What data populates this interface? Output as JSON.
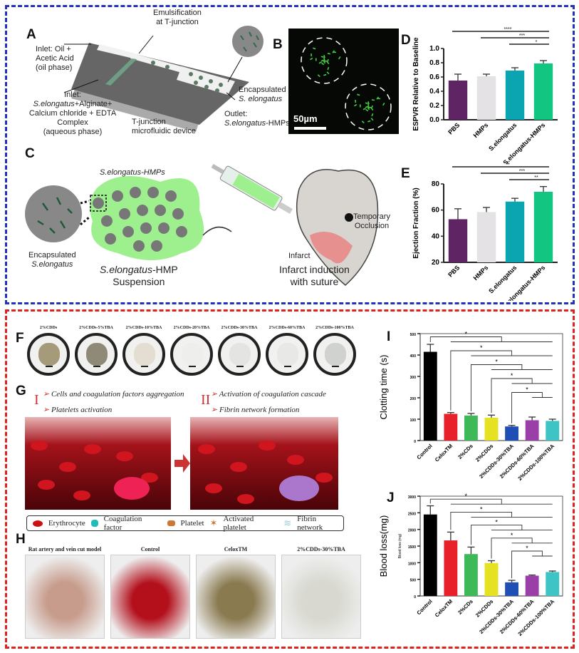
{
  "colors": {
    "top_border": "#2233bb",
    "bottom_border": "#dd2222"
  },
  "panels": {
    "A": "A",
    "B": "B",
    "C": "C",
    "D": "D",
    "E": "E",
    "F": "F",
    "G": "G",
    "H": "H",
    "I": "I",
    "J": "J"
  },
  "panelA": {
    "inlet_oil": "Inlet: Oil +",
    "inlet_oil2": "Acetic Acid",
    "inlet_oil3": "(oil phase)",
    "emulsification": "Emulsification",
    "emulsification2": "at T-junction",
    "inlet_aq": "Inlet:",
    "inlet_aq2_italic": "S.elongatus",
    "inlet_aq2_rest": "+Alginate+",
    "inlet_aq3": "Calcium chloride + EDTA Complex",
    "inlet_aq4": "(aqueous phase)",
    "device": "T-junction",
    "device2": "microfluidic device",
    "encap": "Encapsulated",
    "encap2": "S. elongatus",
    "outlet": "Outlet:",
    "outlet2_italic": "S.elongatus",
    "outlet2_rest": "-HMPs"
  },
  "panelB": {
    "scalebar": "50µm"
  },
  "panelC": {
    "hmps_label": "S.elongatus-HMPs",
    "encap": "Encapsulated",
    "encap2": "S.elongatus",
    "suspension_italic": "S.elongatus",
    "suspension_rest": "-HMP",
    "suspension2": "Suspension",
    "temporary": "Temporary",
    "occlusion": "Occlusion",
    "infarct": "Infarct",
    "induction": "Infarct induction",
    "induction2": "with suture"
  },
  "panelF": {
    "labels": [
      "2%CDDs",
      "2%CDDs-5%TBA",
      "2%CDDs-10%TBA",
      "2%CDDs-20%TBA",
      "2%CDDs-30%TBA",
      "2%CDDs-60%TBA",
      "2%CDDs-100%TBA"
    ],
    "pellet_colors": [
      "#a59a7a",
      "#8f8a78",
      "#e3ddd2",
      "#eeeeec",
      "#e4e4e2",
      "#e8e8e6",
      "#cfd2cf"
    ]
  },
  "panelG": {
    "stage1": "I",
    "stage1_items": [
      "Cells and coagulation factors aggregation",
      "Platelets activation"
    ],
    "stage2": "II",
    "stage2_items": [
      "Activation of coagulation cascade",
      "Fibrin network formation"
    ],
    "legend": [
      "Erythrocyte",
      "Coagulation factor",
      "Platelet",
      "Activated platelet",
      "Fibrin network"
    ]
  },
  "panelH": {
    "labels": [
      "Rat artery and vein cut model",
      "Control",
      "CeloxTM",
      "2%CDDs-30%TBA"
    ]
  },
  "chart_data": [
    {
      "id": "D",
      "type": "bar",
      "ylabel": "ESPVR Relative to Baseline",
      "ylim": [
        0,
        1.0
      ],
      "yticks": [
        "0.0",
        "0.2",
        "0.4",
        "0.6",
        "0.8",
        "1.0"
      ],
      "categories": [
        "PBS",
        "HMPs",
        "S.elongatus",
        "S.elongatus-HMPs"
      ],
      "values": [
        0.55,
        0.61,
        0.69,
        0.79
      ],
      "errors": [
        0.09,
        0.03,
        0.04,
        0.04
      ],
      "colors": [
        "#5e2463",
        "#e4e2e4",
        "#0aa5b0",
        "#12c681"
      ],
      "annotations": [
        {
          "from": 0,
          "to": 3,
          "label": "****"
        },
        {
          "from": 1,
          "to": 3,
          "label": "***"
        },
        {
          "from": 2,
          "to": 3,
          "label": "*"
        }
      ]
    },
    {
      "id": "E",
      "type": "bar",
      "ylabel": "Ejection Fraction (%)",
      "ylim": [
        20,
        80
      ],
      "yticks": [
        "20",
        "40",
        "60",
        "80"
      ],
      "categories": [
        "PBS",
        "HMPs",
        "S.elongatus",
        "S.elongatus-HMPs"
      ],
      "values": [
        53,
        58.5,
        66.5,
        74
      ],
      "errors": [
        8,
        3.5,
        2.5,
        4
      ],
      "colors": [
        "#5e2463",
        "#e4e2e4",
        "#0aa5b0",
        "#12c681"
      ],
      "annotations": [
        {
          "from": 0,
          "to": 3,
          "label": "**"
        },
        {
          "from": 1,
          "to": 3,
          "label": "***"
        },
        {
          "from": 2,
          "to": 3,
          "label": "**"
        }
      ]
    },
    {
      "id": "I",
      "type": "bar",
      "ylabel": "Clotting time (s)",
      "ylim": [
        0,
        500
      ],
      "yticks": [
        "0",
        "100",
        "200",
        "300",
        "400",
        "500"
      ],
      "categories": [
        "Control",
        "CeloxTM",
        "2%CDs",
        "2%CDDs",
        "2%CDDs-30%TBA",
        "2%CDDs-60%TBA",
        "2%CDDs-100%TBA"
      ],
      "values": [
        415,
        125,
        117,
        107,
        66,
        95,
        92
      ],
      "errors": [
        35,
        6,
        10,
        12,
        5,
        15,
        8
      ],
      "colors": [
        "#000000",
        "#e8202a",
        "#3dba57",
        "#e5e222",
        "#1f4fb5",
        "#9a3ea8",
        "#3ec4c4"
      ],
      "annotations": [
        {
          "from": 0,
          "to": 6,
          "label": "*"
        },
        {
          "from": 1,
          "to": 6,
          "label": "*"
        },
        {
          "from": 2,
          "to": 6,
          "label": "*"
        },
        {
          "from": 3,
          "to": 6,
          "label": "*"
        },
        {
          "from": 4,
          "to": 6,
          "label": "*"
        }
      ]
    },
    {
      "id": "J",
      "type": "bar",
      "ylabel": "Blood loss(mg)",
      "inner_ylabel": "Blood loss (mg)",
      "ylim": [
        0,
        3000
      ],
      "yticks": [
        "0",
        "500",
        "1000",
        "1500",
        "2000",
        "2500",
        "3000"
      ],
      "categories": [
        "Control",
        "CeloxTM",
        "2%CDs",
        "2%CDDs",
        "2%CDDs-30%TBA",
        "2%CDDs-60%TBA",
        "2%CDDs-100%TBA"
      ],
      "values": [
        2450,
        1670,
        1260,
        990,
        410,
        610,
        720
      ],
      "errors": [
        260,
        250,
        210,
        70,
        60,
        20,
        30
      ],
      "colors": [
        "#000000",
        "#e8202a",
        "#3dba57",
        "#e5e222",
        "#1f4fb5",
        "#9a3ea8",
        "#3ec4c4"
      ],
      "annotations": [
        {
          "from": 0,
          "to": 6,
          "label": "*"
        },
        {
          "from": 1,
          "to": 6,
          "label": "*"
        },
        {
          "from": 2,
          "to": 6,
          "label": "*"
        },
        {
          "from": 3,
          "to": 6,
          "label": "*"
        },
        {
          "from": 4,
          "to": 6,
          "label": "*"
        }
      ]
    }
  ]
}
